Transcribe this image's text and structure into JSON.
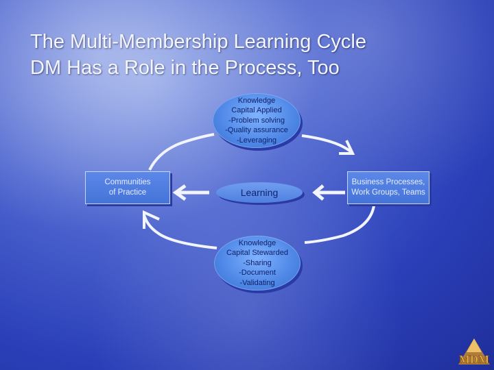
{
  "slide": {
    "title_line1": "The Multi-Membership Learning Cycle",
    "title_line2": "DM Has a Role in the Process, Too"
  },
  "diagram": {
    "top": {
      "line1": "Knowledge",
      "line2": "Capital Applied",
      "line3": "-Problem solving",
      "line4": "-Quality assurance",
      "line5": "-Leveraging"
    },
    "bottom": {
      "line1": "Knowledge",
      "line2": "Capital Stewarded",
      "line3": "-Sharing",
      "line4": "-Document",
      "line5": "-Validating"
    },
    "left": {
      "line1": "Communities",
      "line2": "of Practice"
    },
    "right": {
      "line1": "Business Processes,",
      "line2": "Work Groups, Teams"
    },
    "center": "Learning"
  },
  "logo": {
    "text": "MDM",
    "icon": "mdm-logo-icon",
    "color": "#e7b24a"
  }
}
